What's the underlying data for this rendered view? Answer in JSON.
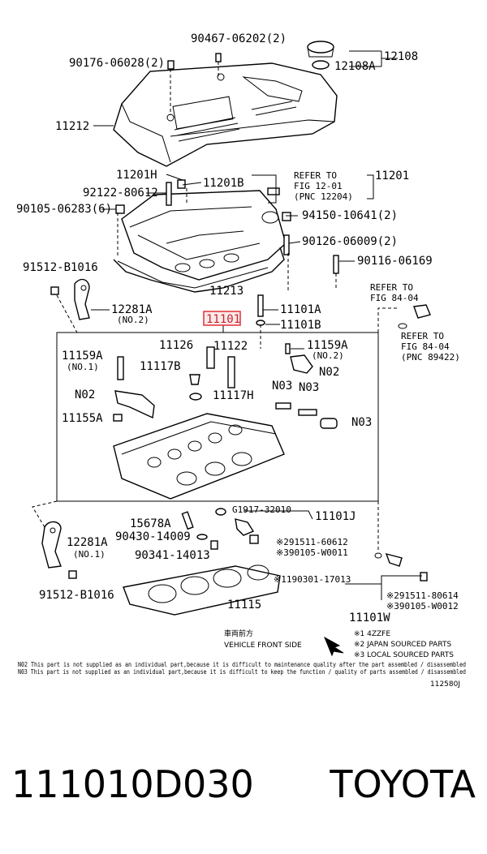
{
  "labels": {
    "p90467": "90467-06202(2)",
    "p90176": "90176-06028(2)",
    "p12108": "12108",
    "p12108a": "12108A",
    "p11212": "11212",
    "p11201h": "11201H",
    "p11201b": "11201B",
    "p92122": "92122-80612",
    "refer1a": "REFER TO",
    "refer1b": "FIG 12-01",
    "refer1c": "(PNC 12204)",
    "p11201": "11201",
    "p90105a": "90105-06283(6)",
    "p94150": "94150-10641(2)",
    "p90126": "90126-06009(2)",
    "p91512a": "91512-B1016",
    "p90116": "90116-06169",
    "p11213": "11213",
    "refer2a": "REFER TO",
    "refer2b": "FIG 84-04",
    "p12281a_top": "12281A",
    "no2a": "(NO.2)",
    "p11101": "11101",
    "p11101a": "11101A",
    "p11101b": "11101B",
    "refer3a": "REFER TO",
    "refer3b": "FIG 84-04",
    "refer3c": "(PNC 89422)",
    "p11126": "11126",
    "p11122": "11122",
    "p11159a_l": "11159A",
    "no1a": "(NO.1)",
    "p11117b": "11117B",
    "p11159a_r": "11159A",
    "no2b": "(NO.2)",
    "n02a": "N02",
    "n02b": "N02",
    "p11117h": "11117H",
    "n03a": "N03",
    "n03b": "N03",
    "p11155a": "11155A",
    "n03c": "N03",
    "pg1917": "G1917-32010",
    "p11101j": "11101J",
    "p15678a": "15678A",
    "p90430": "90430-14009",
    "p12281a_bot": "12281A",
    "no1b": "(NO.1)",
    "p90341": "90341-14013",
    "p91511a": "※291511-60612",
    "p90105b": "※390105-W0011",
    "p91512b": "91512-B1016",
    "p190301": "※1190301-17013",
    "p11115": "11115",
    "p91511b": "※291511-80614",
    "p90105c": "※390105-W0012",
    "p11101w": "11101W",
    "front_jp": "車両前方",
    "front_en": "VEHICLE FRONT SIDE",
    "leg1": "※1 4ZZFE",
    "leg2": "※2 JAPAN SOURCED PARTS",
    "leg3": "※3 LOCAL SOURCED PARTS",
    "note1": "N02 This part is not supplied as an individual part,because it is difficult to maintenance quality after the part assembled / disassembled",
    "note2": "N03 This part is not supplied as an individual part,because it is difficult to keep the function / quality of parts assembled / disassembled",
    "fig": "112580J"
  },
  "footer": {
    "part_number": "111010D030",
    "brand": "TOYOTA"
  },
  "colors": {
    "highlight": "#e0323a",
    "ink": "#000000"
  }
}
